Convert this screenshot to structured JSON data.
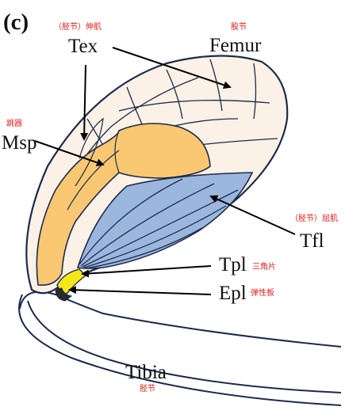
{
  "panel_label": "(c)",
  "colors": {
    "outline": "#1c2a4a",
    "femur_fill": "#fbf1e6",
    "muscle_fill": "#fac873",
    "flexor_fill": "#9cb7de",
    "yellow_plate": "#f5e61a",
    "arrow": "#000000",
    "chinese_text": "#e0201b"
  },
  "labels": {
    "tex": {
      "en": "Tex",
      "cn": "（胫节）伸肌"
    },
    "femur": {
      "en": "Femur",
      "cn": "股节"
    },
    "msp": {
      "en": "Msp",
      "cn": "跳器"
    },
    "tfl": {
      "en": "Tfl",
      "cn": "（胫节）屈肌"
    },
    "tpl": {
      "en": "Tpl",
      "cn": "三角片"
    },
    "epl": {
      "en": "Epl",
      "cn": "弹性板"
    },
    "tibia": {
      "en": "Tibia",
      "cn": "胫节"
    }
  }
}
